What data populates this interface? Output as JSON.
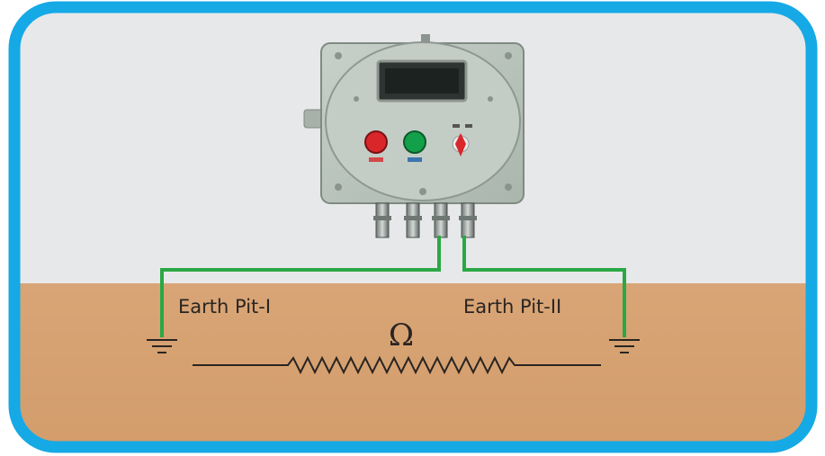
{
  "diagram": {
    "pit_left_label": "Earth Pit-I",
    "pit_right_label": "Earth Pit-II",
    "resistance_symbol": "Ω"
  },
  "colors": {
    "frame_border": "#15a9e6",
    "sky": "#e7e8ea",
    "soil": "#d6a271",
    "wire": "#2aa845",
    "enclosure": "#b9c4bd",
    "red_lamp": "#d8262a",
    "green_lamp": "#13a04a"
  },
  "icons": [
    "ground-symbol-icon",
    "resistor-icon",
    "indicator-lamp-icon",
    "selector-switch-icon"
  ]
}
